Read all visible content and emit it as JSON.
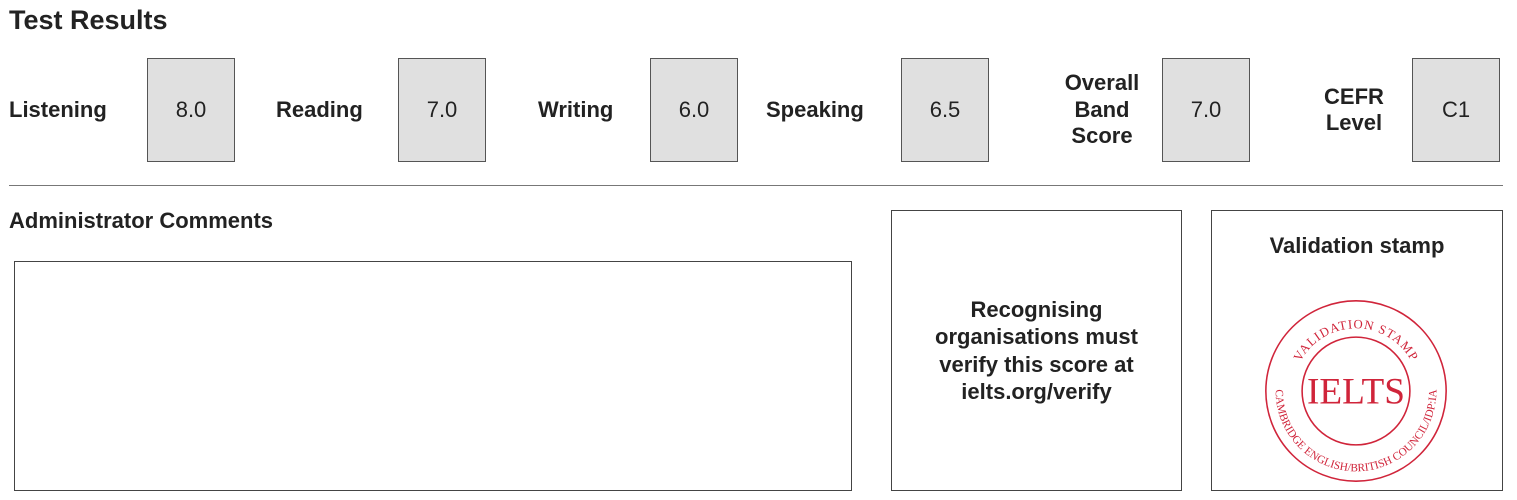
{
  "page_title": "Test Results",
  "scores": {
    "listening": {
      "label": "Listening",
      "value": "8.0"
    },
    "reading": {
      "label": "Reading",
      "value": "7.0"
    },
    "writing": {
      "label": "Writing",
      "value": "6.0"
    },
    "speaking": {
      "label": "Speaking",
      "value": "6.5"
    },
    "overall": {
      "label_lines": [
        "Overall",
        "Band",
        "Score"
      ],
      "value": "7.0"
    },
    "cefr": {
      "label_lines": [
        "CEFR",
        "Level"
      ],
      "value": "C1"
    }
  },
  "comments": {
    "heading": "Administrator Comments",
    "value": ""
  },
  "verify": {
    "lines": [
      "Recognising",
      "organisations must",
      "verify this score at",
      "ielts.org/verify"
    ]
  },
  "stamp": {
    "heading": "Validation stamp",
    "top_arc_text": "VALIDATION STAMP",
    "bottom_arc_text": "CAMBRIDGE ENGLISH/BRITISH COUNCIL/IDP:IA",
    "center_text": "IELTS",
    "color": "#d0243a"
  }
}
